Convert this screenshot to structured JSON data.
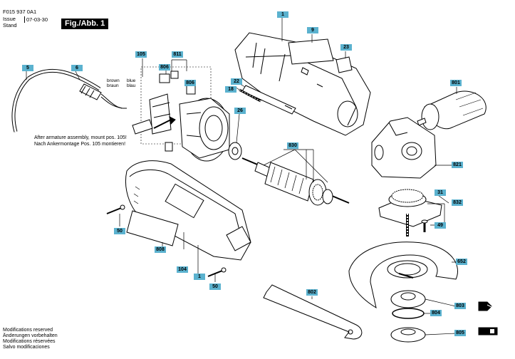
{
  "header": {
    "doc_number": "F015 937 0A1",
    "issue_label": "Issue",
    "stand_label": "Stand",
    "date": "07-03-30",
    "figure_label": "Fig./Abb. 1"
  },
  "assembly_note": {
    "en": "After armature assembly, mount pos. 105!",
    "de": "Nach Ankermontage Pos. 105 montieren!"
  },
  "wire_labels": {
    "brown_en": "brown",
    "brown_de": "braun",
    "blue_en": "blue",
    "blue_de": "blau"
  },
  "footer": {
    "lines": [
      "Modifications reserved",
      "Änderungen vorbehalten",
      "Modifications réservées",
      "Salvo modificaciones"
    ]
  },
  "parts": {
    "p1_top": "1",
    "p9": "9",
    "p23": "23",
    "p801": "801",
    "p105": "105",
    "p811": "811",
    "p806a": "806",
    "p806b": "806",
    "p5": "5",
    "p6": "6",
    "p22": "22",
    "p18": "18",
    "p26": "26",
    "p830": "830",
    "p821": "821",
    "p31": "31",
    "p832": "832",
    "p49": "49",
    "p50a": "50",
    "p808": "808",
    "p104": "104",
    "p1_bottom": "1",
    "p50b": "50",
    "p652": "652",
    "p802": "802",
    "p803": "803",
    "p804": "804",
    "p805": "805"
  }
}
